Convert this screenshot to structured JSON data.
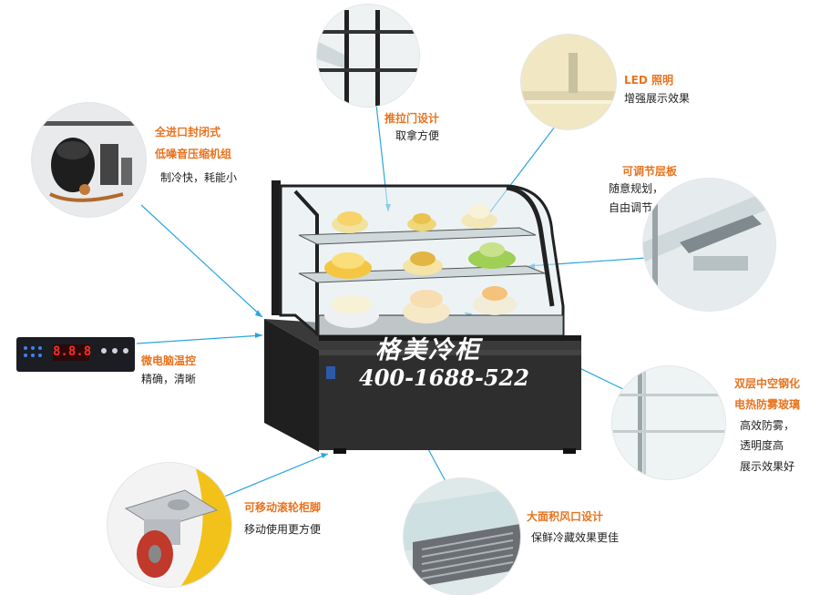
{
  "features": {
    "compressor": {
      "title1": "全进口封闭式",
      "title2": "低噪音压缩机组",
      "desc": "制冷快，耗能小",
      "icon": "compressor-icon"
    },
    "sliding_door": {
      "title": "推拉门设计",
      "desc": "取拿方便",
      "icon": "sliding-door-icon"
    },
    "led": {
      "title": "LED 照明",
      "desc": "增强展示效果",
      "icon": "led-light-icon"
    },
    "shelf": {
      "title": "可调节层板",
      "desc1": "随意规划，",
      "desc2": "自由调节",
      "icon": "shelf-icon"
    },
    "thermostat": {
      "title": "微电脑温控",
      "desc": "精确，清晰",
      "display": "8.8.8",
      "icon": "thermostat-icon"
    },
    "glass": {
      "title1": "双层中空钢化",
      "title2": "电热防雾玻璃",
      "desc1": "高效防雾，",
      "desc2": "透明度高",
      "desc3": "展示效果好",
      "icon": "glass-icon"
    },
    "caster": {
      "title": "可移动滚轮柜脚",
      "desc": "移动使用更方便",
      "icon": "caster-wheel-icon"
    },
    "vent": {
      "title": "大面积风口设计",
      "desc": "保鲜冷藏效果更佳",
      "icon": "air-vent-icon"
    }
  },
  "brand": {
    "name": "格美冷柜",
    "phone": "400-1688-522"
  },
  "colors": {
    "accent": "#e8731f",
    "line": "#2aa6e0",
    "cabinet": "#2b2b2b"
  }
}
